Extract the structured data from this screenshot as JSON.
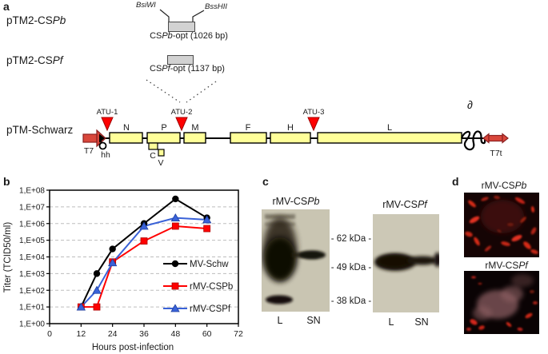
{
  "colors": {
    "arrow_red": "#d9473b",
    "arrow_red_border": "#8b2020",
    "gene_yellow": "#ffff99",
    "atu_red": "#fe0000",
    "series_black": "#000000",
    "series_red": "#ff0000",
    "series_blue": "#3a62d8",
    "blot_bg_left": "#c9c5b2",
    "blot_bg_right": "#ccc8b6",
    "insert_gray": "#d2d2d2"
  },
  "panel_a": {
    "label": "a",
    "construct1": {
      "name_pre": "pTM2-CS",
      "name_it": "Pb",
      "enzyme_left": "BsiWI",
      "enzyme_right": "BssHII",
      "insert_pre": "CS",
      "insert_it": "Pb",
      "insert_post": "-opt (1026 bp)"
    },
    "construct2": {
      "name_pre": "pTM2-CS",
      "name_it": "Pf",
      "insert_pre": "CS",
      "insert_it": "Pf",
      "insert_post": "-opt (1137 bp)"
    },
    "genome": {
      "name": "pTM-Schwarz",
      "promoter_label": "T7",
      "hh_label": "hh",
      "delta_label": "∂",
      "terminator_label": "T7t",
      "genes": [
        "N",
        "P",
        "M",
        "F",
        "H",
        "L"
      ],
      "accessory_genes": [
        "C",
        "V"
      ],
      "atus": [
        "ATU-1",
        "ATU-2",
        "ATU-3"
      ]
    }
  },
  "chart_data": {
    "type": "line",
    "panel_label": "b",
    "title": "",
    "xlabel": "Hours post-infection",
    "ylabel": "Titer (TCID50/ml)",
    "x_ticks": [
      0,
      12,
      24,
      36,
      48,
      60,
      72
    ],
    "xlim": [
      0,
      72
    ],
    "y_tick_labels": [
      "1,E+00",
      "1,E+01",
      "1,E+02",
      "1,E+03",
      "1,E+04",
      "1,E+05",
      "1,E+06",
      "1,E+07",
      "1,E+08"
    ],
    "ylog10_lim": [
      0,
      8
    ],
    "grid": "horizontal-dashed",
    "legend_position": "lower-right",
    "series": [
      {
        "name": "MV-Schw",
        "color": "#000000",
        "marker": "circle",
        "x": [
          12,
          18,
          24,
          36,
          48,
          60
        ],
        "y": [
          10,
          1000,
          30000,
          1000000,
          30000000,
          2200000
        ]
      },
      {
        "name": "rMV-CSPb",
        "color": "#ff0000",
        "marker": "square",
        "x": [
          12,
          18,
          24,
          36,
          48,
          60
        ],
        "y": [
          10,
          10,
          5000,
          90000,
          700000,
          500000
        ]
      },
      {
        "name": "rMV-CSPf",
        "color": "#3a62d8",
        "marker": "triangle",
        "x": [
          12,
          18,
          24,
          36,
          48,
          60
        ],
        "y": [
          10,
          100,
          4500,
          700000,
          2200000,
          1700000
        ]
      }
    ]
  },
  "panel_c": {
    "label": "c",
    "blots": [
      {
        "title_pre": "rMV-CS",
        "title_it": "Pb",
        "lane1": "L",
        "lane2": "SN"
      },
      {
        "title_pre": "rMV-CS",
        "title_it": "Pf",
        "lane1": "L",
        "lane2": "SN"
      }
    ],
    "markers": [
      "- 62 kDa -",
      "- 49 kDa -",
      "- 38 kDa -"
    ]
  },
  "panel_d": {
    "label": "d",
    "images": [
      {
        "title_pre": "rMV-CS",
        "title_it": "Pb"
      },
      {
        "title_pre": "rMV-CS",
        "title_it": "Pf"
      }
    ]
  }
}
